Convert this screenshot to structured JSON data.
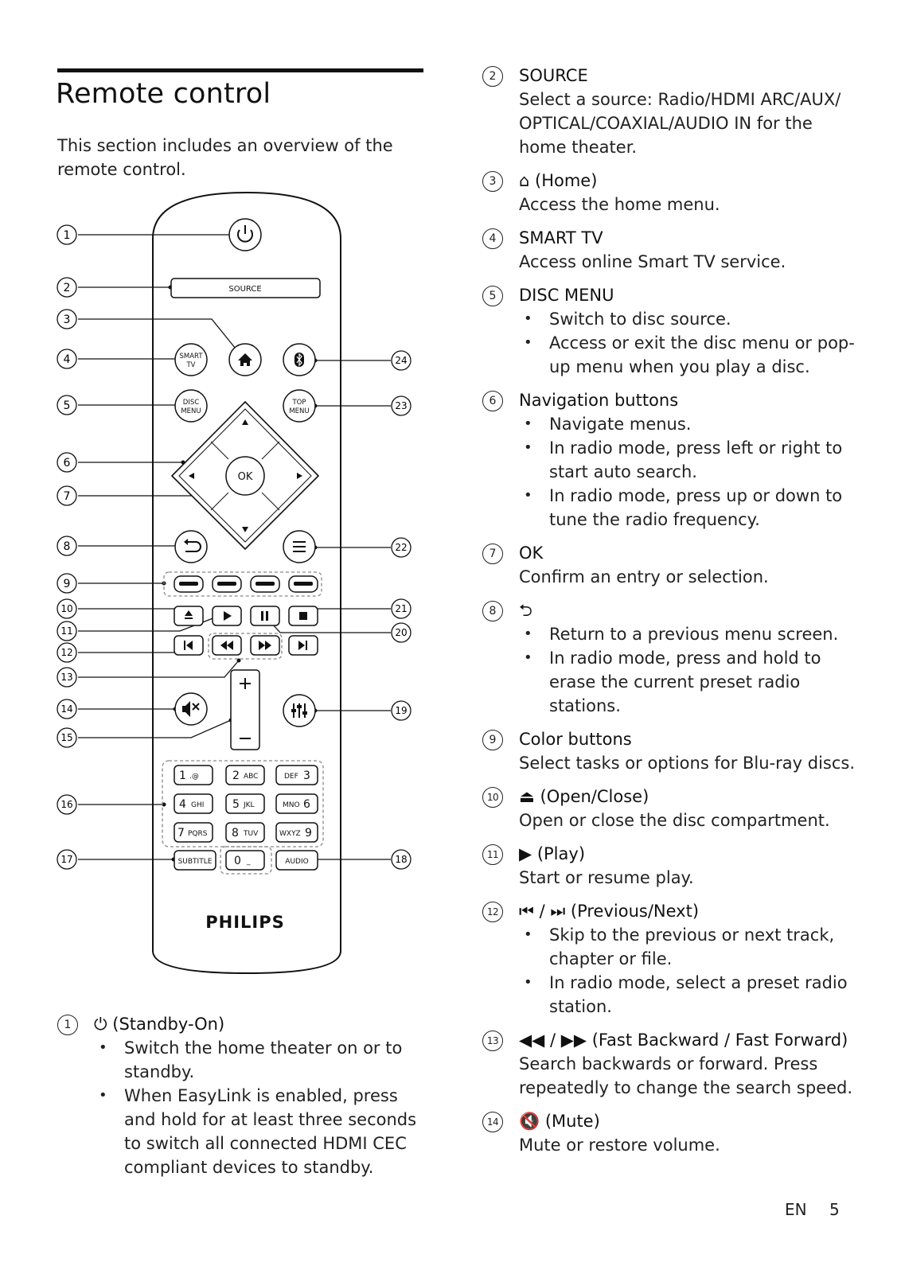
{
  "page": {
    "title": "Remote control",
    "intro": "This section includes an overview of the remote control."
  },
  "remote": {
    "labels": {
      "source": "SOURCE",
      "smart_tv_1": "SMART",
      "smart_tv_2": "TV",
      "disc_menu_1": "DISC",
      "disc_menu_2": "MENU",
      "top_menu_1": "TOP",
      "top_menu_2": "MENU",
      "ok": "OK",
      "subtitle": "SUBTITLE",
      "audio": "AUDIO",
      "brand": "PHILIPS"
    },
    "keypad": [
      {
        "digit": "1",
        "letters": ".@"
      },
      {
        "digit": "2",
        "letters": "ABC"
      },
      {
        "digit": "3",
        "letters": "DEF"
      },
      {
        "digit": "4",
        "letters": "GHI"
      },
      {
        "digit": "5",
        "letters": "JKL"
      },
      {
        "digit": "6",
        "letters": "MNO"
      },
      {
        "digit": "7",
        "letters": "PQRS"
      },
      {
        "digit": "8",
        "letters": "TUV"
      },
      {
        "digit": "9",
        "letters": "WXYZ"
      },
      {
        "digit": "0",
        "letters": "_"
      }
    ],
    "callouts": [
      "1",
      "2",
      "3",
      "4",
      "5",
      "6",
      "7",
      "8",
      "9",
      "10",
      "11",
      "12",
      "13",
      "14",
      "15",
      "16",
      "17",
      "18",
      "19",
      "20",
      "21",
      "22",
      "23",
      "24"
    ]
  },
  "left_items": [
    {
      "num": "1",
      "head": "⏻ (Standby-On)",
      "bullets": [
        "Switch the home theater on or to standby.",
        "When EasyLink is enabled, press and hold for at least three seconds to switch all connected HDMI CEC compliant devices to standby."
      ]
    }
  ],
  "right_items": [
    {
      "num": "2",
      "head": "SOURCE",
      "body": "Select a source: Radio/HDMI ARC/AUX/ OPTICAL/COAXIAL/AUDIO IN for the home theater."
    },
    {
      "num": "3",
      "head": "⌂ (Home)",
      "body": "Access the home menu."
    },
    {
      "num": "4",
      "head": "SMART TV",
      "body": "Access online Smart TV service."
    },
    {
      "num": "5",
      "head": "DISC MENU",
      "bullets": [
        "Switch to disc source.",
        "Access or exit the disc menu or pop-up menu when you play a disc."
      ]
    },
    {
      "num": "6",
      "head": "Navigation buttons",
      "bullets": [
        "Navigate menus.",
        "In radio mode, press left or right to start auto search.",
        "In radio mode, press up or down to tune the radio frequency."
      ]
    },
    {
      "num": "7",
      "head": "OK",
      "body": "Confirm an entry or selection."
    },
    {
      "num": "8",
      "head": "⮌",
      "bullets": [
        "Return to a previous menu screen.",
        "In radio mode, press and hold to erase the current preset radio stations."
      ]
    },
    {
      "num": "9",
      "head": "Color buttons",
      "body": "Select tasks or options for Blu-ray discs."
    },
    {
      "num": "10",
      "head": "⏏ (Open/Close)",
      "body": "Open or close the disc compartment."
    },
    {
      "num": "11",
      "head": "▶ (Play)",
      "body": "Start or resume play."
    },
    {
      "num": "12",
      "head": "⏮ / ⏭ (Previous/Next)",
      "bullets": [
        "Skip to the previous or next track, chapter or file.",
        "In radio mode, select a preset radio station."
      ]
    },
    {
      "num": "13",
      "head": "◀◀ / ▶▶ (Fast Backward / Fast Forward)",
      "body": "Search backwards or forward. Press repeatedly to change the search speed."
    },
    {
      "num": "14",
      "head": "🔇 (Mute)",
      "body": "Mute or restore volume."
    }
  ],
  "footer": {
    "lang": "EN",
    "page": "5"
  }
}
